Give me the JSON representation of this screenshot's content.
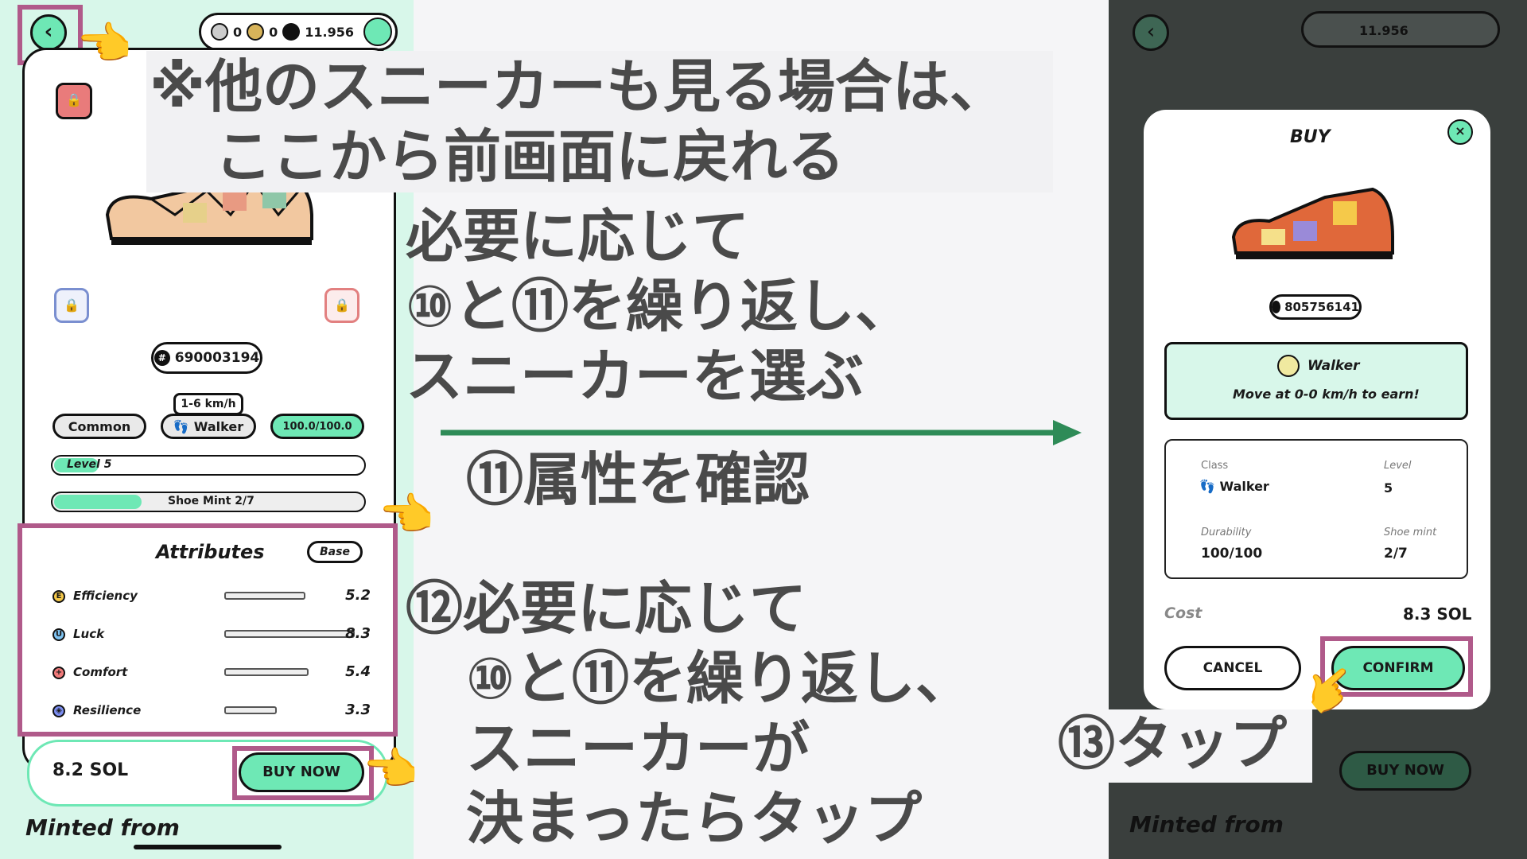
{
  "wallet": {
    "tokens": [
      {
        "icon": "gst-icon",
        "value": "0"
      },
      {
        "icon": "gmt-icon",
        "value": "0"
      },
      {
        "icon": "sol-icon",
        "value": "11.956"
      }
    ]
  },
  "left": {
    "sneaker_id": "690003194",
    "speed": "1-6 km/h",
    "rarity": "Common",
    "class": "Walker",
    "durability": "100.0/100.0",
    "level": "Level 5",
    "shoe_mint": "Shoe Mint 2/7",
    "attributes_title": "Attributes",
    "base_label": "Base",
    "attributes": [
      {
        "name": "Efficiency",
        "value": "5.2",
        "fraction": 0.52,
        "icon": "E",
        "color": "#f5c94a"
      },
      {
        "name": "Luck",
        "value": "8.3",
        "fraction": 0.83,
        "icon": "U",
        "color": "#7ec3f2"
      },
      {
        "name": "Comfort",
        "value": "5.4",
        "fraction": 0.54,
        "icon": "+",
        "color": "#f07a7a"
      },
      {
        "name": "Resilience",
        "value": "3.3",
        "fraction": 0.33,
        "icon": "◈",
        "color": "#7b8df0"
      }
    ],
    "price": "8.2 SOL",
    "buy_now": "BUY NOW",
    "minted_from": "Minted from"
  },
  "modal": {
    "title": "BUY",
    "sneaker_id": "805756141",
    "class_name": "Walker",
    "class_desc": "Move at 0-0 km/h to earn!",
    "class_label": "Class",
    "class_value": "Walker",
    "level_label": "Level",
    "level_value": "5",
    "durability_label": "Durability",
    "durability_value": "100/100",
    "shoe_mint_label": "Shoe mint",
    "shoe_mint_value": "2/7",
    "cost_label": "Cost",
    "cost_value": "8.3 SOL",
    "cancel": "CANCEL",
    "confirm": "CONFIRM"
  },
  "right_bg": {
    "buy_now": "BUY NOW",
    "minted_from": "Minted from"
  },
  "annotations": {
    "back_note_line1": "※他のスニーカーも見る場合は、",
    "back_note_line2": "ここから前画面に戻れる",
    "step10_line1": "必要に応じて",
    "step10_line2": "⑩と⑪を繰り返し、",
    "step10_line3": "スニーカーを選ぶ",
    "step11": "⑪属性を確認",
    "step12_line1": "⑫必要に応じて",
    "step12_line2": "⑩と⑪を繰り返し、",
    "step12_line3": "スニーカーが",
    "step12_line4": "決まったらタップ",
    "step13": "⑬タップ"
  },
  "colors": {
    "accent": "#6ee8b5",
    "highlight": "#b05a8a",
    "arrow": "#2e8b57",
    "annotation_text": "#4a4a4a"
  }
}
